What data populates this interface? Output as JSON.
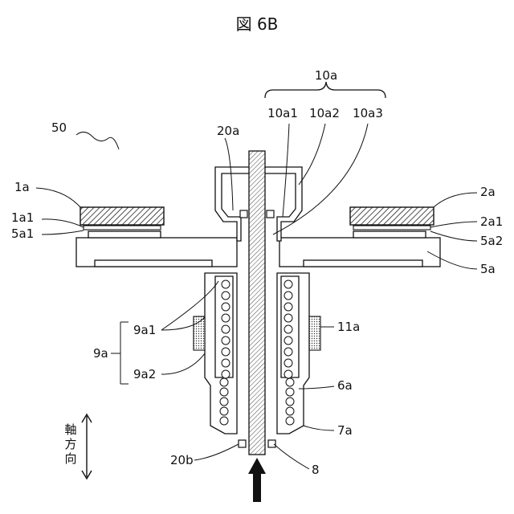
{
  "title": "図 6B",
  "labels": {
    "l_10a": "10a",
    "l_10a1": "10a1",
    "l_10a2": "10a2",
    "l_10a3": "10a3",
    "l_50": "50",
    "l_20a": "20a",
    "l_1a": "1a",
    "l_1a1": "1a1",
    "l_5a1": "5a1",
    "l_2a": "2a",
    "l_2a1": "2a1",
    "l_5a2": "5a2",
    "l_5a": "5a",
    "l_9a1": "9a1",
    "l_9a": "9a",
    "l_9a2": "9a2",
    "l_11a": "11a",
    "l_6a": "6a",
    "l_7a": "7a",
    "l_20b": "20b",
    "l_8": "8"
  },
  "axis_label": [
    "軸",
    "方",
    "向"
  ]
}
